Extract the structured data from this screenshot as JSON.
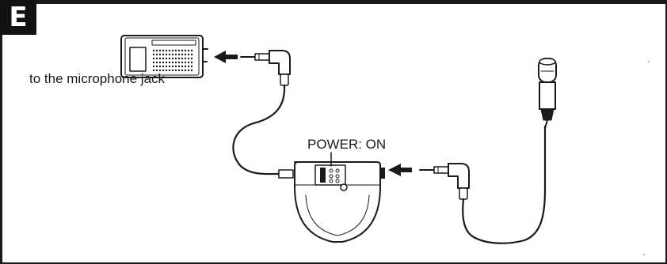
{
  "step": {
    "letter": "E"
  },
  "labels": {
    "mic_jack": "to the microphone jack",
    "power": "POWER: ON"
  },
  "colors": {
    "ink": "#1a1a1a",
    "paper": "#ffffff"
  }
}
